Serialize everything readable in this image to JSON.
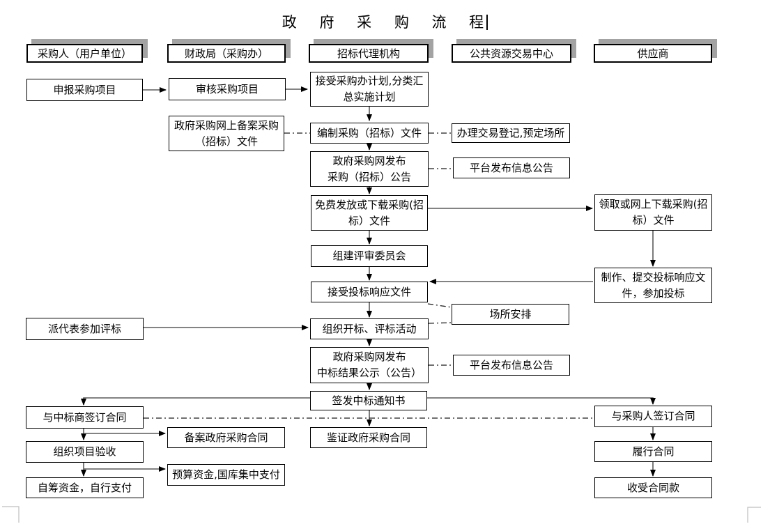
{
  "page": {
    "title": "政 府 采 购 流 程"
  },
  "lanes": [
    {
      "label": "采购人（用户单位）"
    },
    {
      "label": "财政局（采购办）"
    },
    {
      "label": "招标代理机构"
    },
    {
      "label": "公共资源交易中心"
    },
    {
      "label": "供应商"
    }
  ],
  "nodes": {
    "declare": "申报采购项目",
    "review": "审核采购项目",
    "record_file": "政府采购网上备案采购\n（招标）文件",
    "accept_plan": "接受采购办计划,分类汇\n总实施计划",
    "compile_docs": "编制采购（招标）文件",
    "register": "办理交易登记,预定场所",
    "publish_notice": "政府采购网发布\n采购（招标）公告",
    "platform_info1": "平台发布信息公告",
    "distribute": "免费发放或下载采购(招\n标）文件",
    "obtain": "领取或网上下载采购(招\n标）文件",
    "committee": "组建评审委员会",
    "receive_bids": "接受投标响应文件",
    "make_bid": "制作、提交投标响应文\n件，参加投标",
    "send_rep": "派代表参加评标",
    "open_bid": "组织开标、评标活动",
    "venue": "场所安排",
    "publish_result": "政府采购网发布\n中标结果公示（公告）",
    "platform_info2": "平台发布信息公告",
    "issue_notice": "签发中标通知书",
    "sign_winner": "与中标商签订合同",
    "sign_buyer": "与采购人签订合同",
    "certify": "鉴证政府采购合同",
    "record_contract": "备案政府采购合同",
    "inspect": "组织项目验收",
    "budget_pay": "预算资金,国库集中支付",
    "self_pay": "自筹资金，自行支付",
    "perform": "履行合同",
    "receive_payment": "收受合同款"
  }
}
